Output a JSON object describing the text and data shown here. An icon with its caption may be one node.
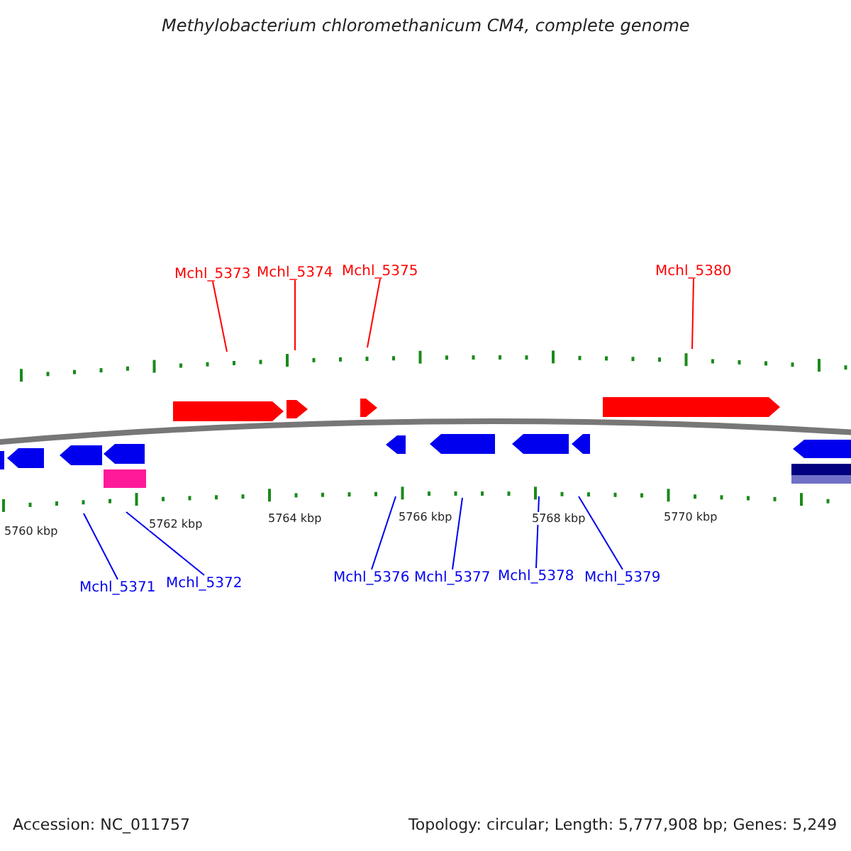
{
  "diagram": {
    "title": "Methylobacterium chloromethanicum CM4, complete genome",
    "nodes": [
      {
        "text": [
          "Mchl_5373"
        ]
      },
      {
        "text": [
          "Mchl_5374"
        ]
      },
      {
        "text": [
          "Mchl_5375"
        ]
      },
      {
        "text": [
          "Mchl_5380"
        ]
      },
      {
        "text": [
          "Mchl_5371"
        ]
      },
      {
        "text": [
          "Mchl_5372"
        ]
      },
      {
        "text": [
          "Mchl_5376"
        ]
      },
      {
        "text": [
          "Mchl_5377"
        ]
      },
      {
        "text": [
          "Mchl_5378"
        ]
      },
      {
        "text": [
          "Mchl_5379"
        ]
      }
    ],
    "edges": [
      {
        "from": 0,
        "to": null,
        "arrow": "none",
        "color": "#ff0000"
      },
      {
        "from": 1,
        "to": null,
        "arrow": "none",
        "color": "#ff0000"
      },
      {
        "from": 2,
        "to": null,
        "arrow": "none",
        "color": "#ff0000"
      },
      {
        "from": 3,
        "to": null,
        "arrow": "none",
        "color": "#ff0000"
      },
      {
        "from": 4,
        "to": null,
        "arrow": "none"
      },
      {
        "from": 5,
        "to": null,
        "arrow": "none"
      },
      {
        "from": 6,
        "to": null,
        "arrow": "none"
      },
      {
        "from": 7,
        "to": null,
        "arrow": "none"
      },
      {
        "from": 8,
        "to": null,
        "arrow": "none"
      },
      {
        "from": 9,
        "to": null,
        "arrow": "none"
      }
    ],
    "labels": [
      "5760 kbp",
      "5762 kbp",
      "5764 kbp",
      "5766 kbp",
      "5768 kbp",
      "5770 kbp",
      "Accession: NC_011757",
      "Topology: circular; Length: 5,777,908 bp; Genes: 5,249"
    ]
  }
}
